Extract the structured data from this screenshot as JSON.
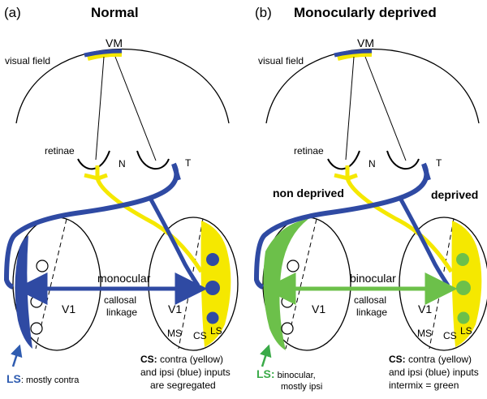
{
  "colors": {
    "contra_yellow": "#f5e800",
    "ipsi_blue": "#2f4aa3",
    "intermix_green": "#6cc04a",
    "ls_label_blue": "#2f5cb0",
    "ls_label_green": "#3aaa48"
  },
  "panels": [
    {
      "id": "a",
      "letter": "(a)",
      "title": "Normal",
      "vm": "VM",
      "visual_field": "visual field",
      "retinae": "retinae",
      "nasal": "N",
      "temporal": "T",
      "projection": "monocular",
      "callosal_1": "callosal",
      "callosal_2": "linkage",
      "v1_left": "V1",
      "v1_right": "V1",
      "ms": "MS",
      "cs": "CS",
      "ls": "LS",
      "ls_key": "LS",
      "ls_caption": ": mostly contra",
      "cs_key": "CS:",
      "cs_caption_1": " contra (yellow)",
      "cs_caption_2": "and ipsi (blue) inputs",
      "cs_caption_3": "are segregated"
    },
    {
      "id": "b",
      "letter": "(b)",
      "title": "Monocularly deprived",
      "vm": "VM",
      "visual_field": "visual field",
      "retinae": "retinae",
      "nasal": "N",
      "temporal": "T",
      "left_eye_label": "non deprived",
      "right_eye_label": "deprived",
      "projection": "binocular",
      "callosal_1": "callosal",
      "callosal_2": "linkage",
      "v1_left": "V1",
      "v1_right": "V1",
      "ms": "MS",
      "cs": "CS",
      "ls": "LS",
      "ls_key": "LS:",
      "ls_caption_1": " binocular,",
      "ls_caption_2": "mostly ipsi",
      "cs_key": "CS:",
      "cs_caption_1": " contra (yellow)",
      "cs_caption_2": "and ipsi (blue) inputs",
      "cs_caption_3": "intermix = green"
    }
  ]
}
